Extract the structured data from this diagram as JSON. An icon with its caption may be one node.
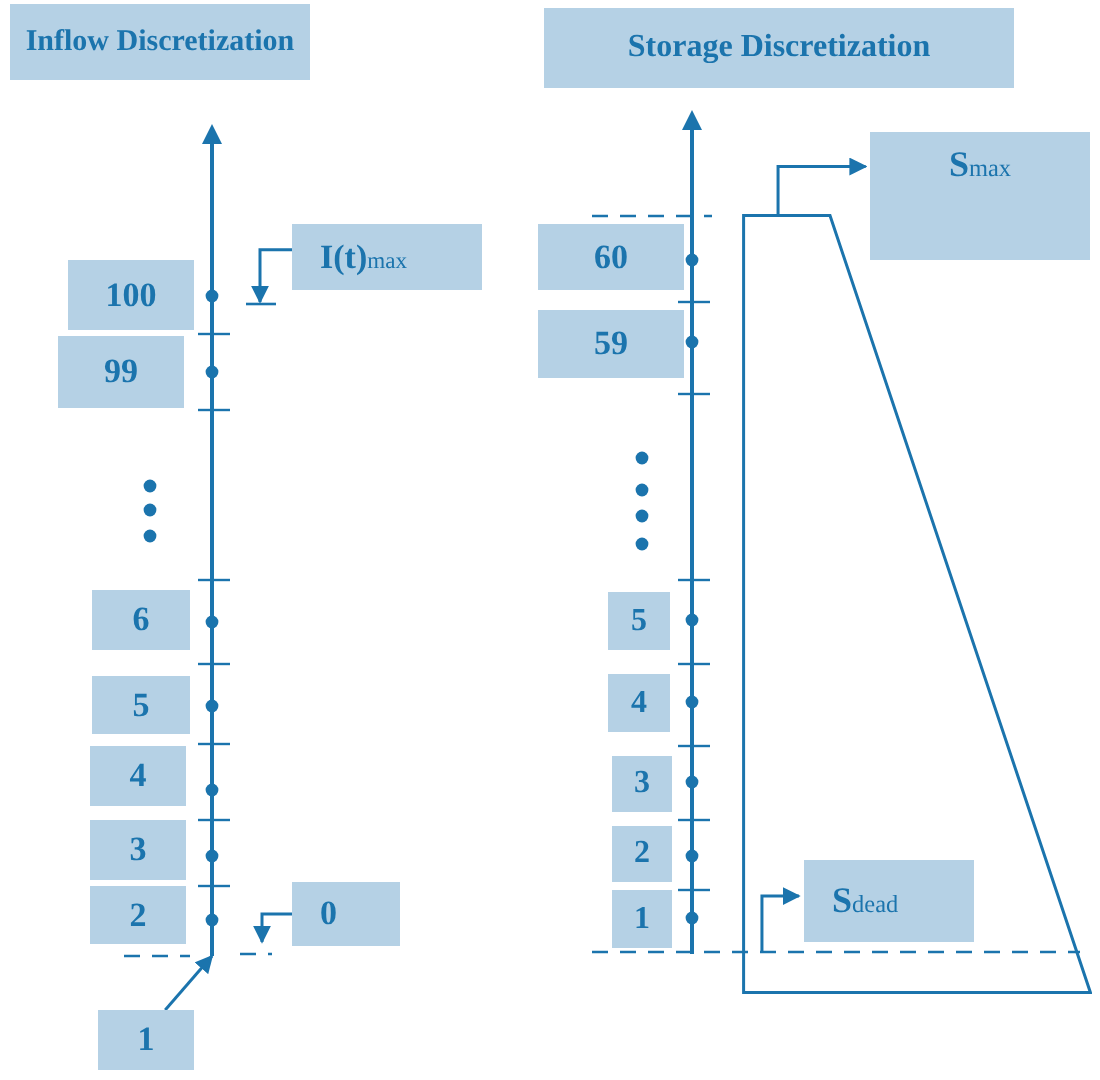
{
  "diagram": {
    "nodes": [
      {
        "text": [
          "Inflow Discretization"
        ]
      },
      {
        "text": [
          "Storage Discretization"
        ]
      },
      {
        "text": [
          "100"
        ]
      },
      {
        "text": [
          "99"
        ]
      },
      {
        "text": [
          "6"
        ]
      },
      {
        "text": [
          "5"
        ]
      },
      {
        "text": [
          "4"
        ]
      },
      {
        "text": [
          "3"
        ]
      },
      {
        "text": [
          "2"
        ]
      },
      {
        "text": [
          "1"
        ]
      },
      {
        "text": [
          "I(t)$_{max}$"
        ]
      },
      {
        "text": [
          "0"
        ]
      },
      {
        "text": [
          "60"
        ]
      },
      {
        "text": [
          "59"
        ]
      },
      {
        "text": [
          "5"
        ]
      },
      {
        "text": [
          "4"
        ]
      },
      {
        "text": [
          "3"
        ]
      },
      {
        "text": [
          "2"
        ]
      },
      {
        "text": [
          "1"
        ]
      },
      {
        "text": [
          "S$_{max}$"
        ]
      },
      {
        "text": [
          "S$_{dead}$"
        ],
        "in": 21
      },
      {
        "text": [],
        "shape": "trapezoid"
      },
      {
        "text": [],
        "shape": "bar"
      }
    ],
    "edges": [
      {
        "from": 9,
        "to": 22,
        "arrow": "to"
      },
      {
        "from": 21,
        "to": 19,
        "arrow": "to"
      },
      {
        "from": 21,
        "to": 20,
        "arrow": "to"
      },
      {
        "from": 10,
        "to": null,
        "arrow": "to"
      },
      {
        "from": 11,
        "to": null,
        "arrow": "to"
      }
    ]
  }
}
